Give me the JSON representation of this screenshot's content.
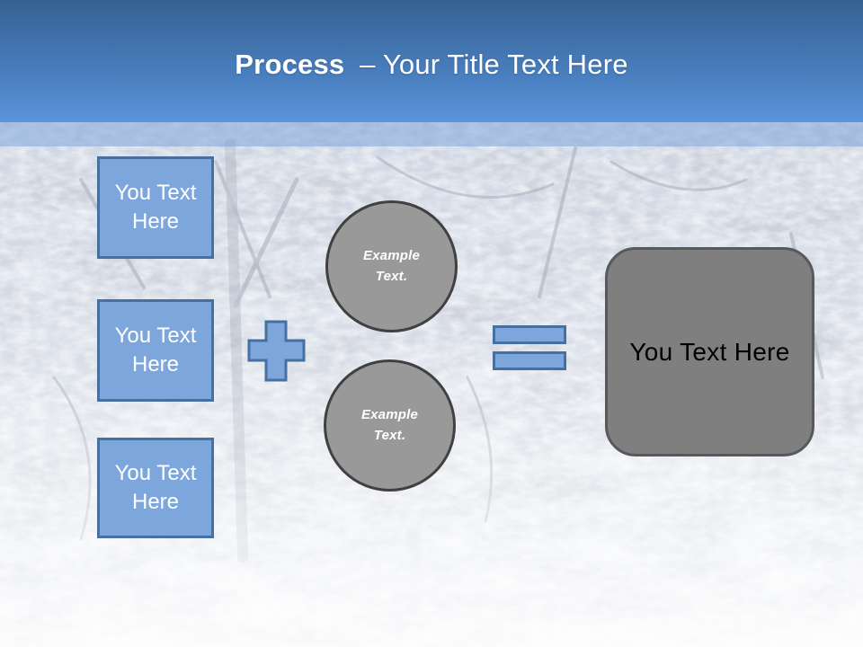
{
  "header": {
    "title_bold": "Process",
    "title_rest": "– Your Title Text Here"
  },
  "process": {
    "inputs": [
      {
        "label": "You Text Here"
      },
      {
        "label": "You Text Here"
      },
      {
        "label": "You Text Here"
      }
    ],
    "operators": {
      "plus": "+",
      "equals": "="
    },
    "examples": [
      {
        "label": "Example Text."
      },
      {
        "label": "Example Text."
      }
    ],
    "result": {
      "label": "You Text Here"
    }
  },
  "colors": {
    "header_gradient_top": "#3a689c",
    "header_gradient_bottom": "#5b95dc",
    "underlay_band": "#7fa5dd",
    "accent_fill": "#7da7dc",
    "accent_border": "#46709f",
    "circle_fill": "#999999",
    "circle_border": "#404040",
    "result_fill": "#7f7f7f",
    "result_border": "#57595c",
    "title_text": "#ffffff",
    "box_text": "#ffffff",
    "example_text": "#ffffff",
    "result_text": "#000000"
  }
}
